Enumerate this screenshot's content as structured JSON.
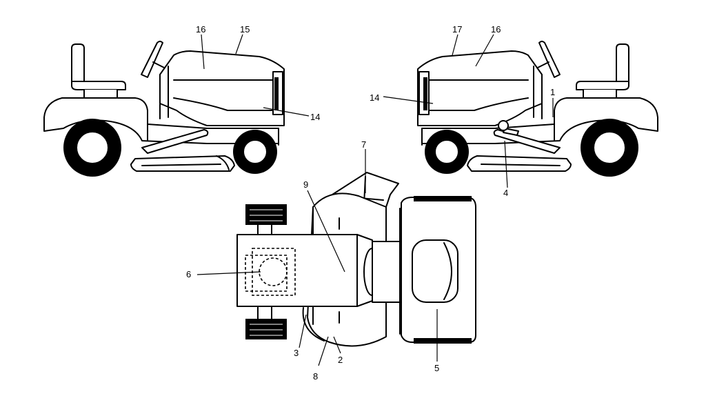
{
  "callouts": {
    "left": {
      "c16": "16",
      "c15": "15",
      "c14": "14"
    },
    "right": {
      "c17": "17",
      "c16": "16",
      "c14": "14",
      "c1": "1",
      "c4": "4"
    },
    "top": {
      "c7": "7",
      "c9": "9",
      "c6": "6",
      "c3": "3",
      "c8": "8",
      "c2": "2",
      "c5": "5"
    }
  }
}
